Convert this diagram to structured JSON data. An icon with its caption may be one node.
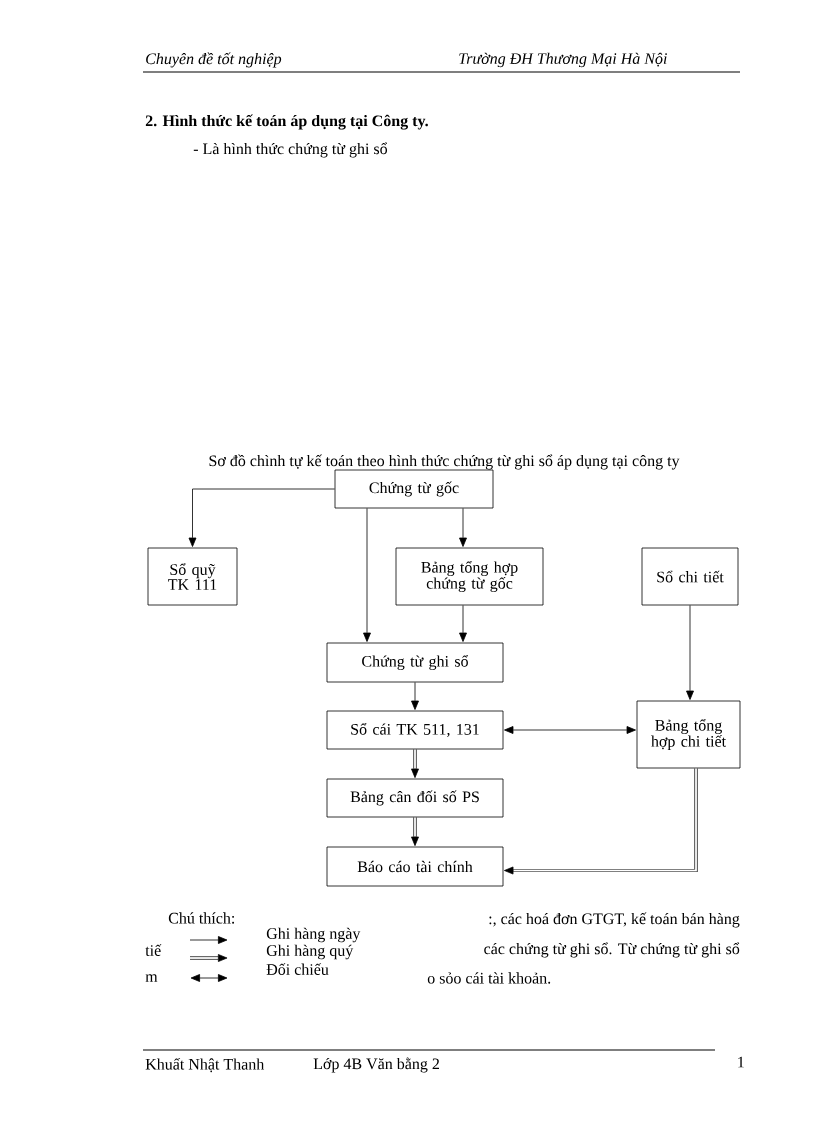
{
  "diagram": {
    "title": "Sơ đồ chình tự kế toán theo hình thức chứng từ ghi sổ áp dụng tại công ty",
    "nodes": [
      {
        "text": [
          "Chứng từ gốc"
        ]
      },
      {
        "text": [
          "Sổ quỹ TK 111"
        ]
      },
      {
        "text": [
          "Bảng tổng hợp chứng từ gốc"
        ]
      },
      {
        "text": [
          "Sổ chi tiết"
        ]
      },
      {
        "text": [
          "Chứng từ ghi sổ"
        ]
      },
      {
        "text": [
          "Sổ cái TK 511, 131"
        ]
      },
      {
        "text": [
          "Bảng tổng hợp chi tiết"
        ]
      },
      {
        "text": [
          "Bảng cân đối số PS"
        ]
      },
      {
        "text": [
          "Báo cáo tài chính"
        ]
      }
    ],
    "edges": [
      {
        "from": 0,
        "to": 1,
        "arrow": "to"
      },
      {
        "from": 0,
        "to": 4,
        "arrow": "to"
      },
      {
        "from": 0,
        "to": 2,
        "arrow": "to"
      },
      {
        "from": 2,
        "to": 4,
        "arrow": "to"
      },
      {
        "from": 3,
        "to": 6,
        "arrow": "to"
      },
      {
        "from": 4,
        "to": 5,
        "arrow": "to"
      },
      {
        "from": 5,
        "to": 6,
        "arrow": "both"
      },
      {
        "from": 5,
        "to": 7,
        "arrow": "to",
        "style": "thick"
      },
      {
        "from": 7,
        "to": 8,
        "arrow": "to",
        "style": "thick"
      },
      {
        "from": 6,
        "to": 8,
        "arrow": "to",
        "style": "thick"
      }
    ],
    "labels": [
      "Chuyên đề tốt nghiệp",
      "Trường ĐH Thương Mại Hà Nội",
      "2. Hình thức kế toán áp dụng tại Công ty.",
      "- Là hình thức chứng từ ghi sổ",
      "Chú thích:",
      ":, các hoá đơn GTGT, kế toán bán hàng",
      "tiế",
      "các chứng từ ghi sổ. Từ chứng từ ghi sổ",
      "m",
      "o sỏo cái tài khoản.",
      "Khuất Nhật Thanh",
      "Lớp 4B Văn bằng 2",
      "1"
    ],
    "legend": [
      {
        "text": "Ghi hàng ngày"
      },
      {
        "text": "Ghi hàng quý"
      },
      {
        "text": "Đối chiếu"
      }
    ]
  }
}
